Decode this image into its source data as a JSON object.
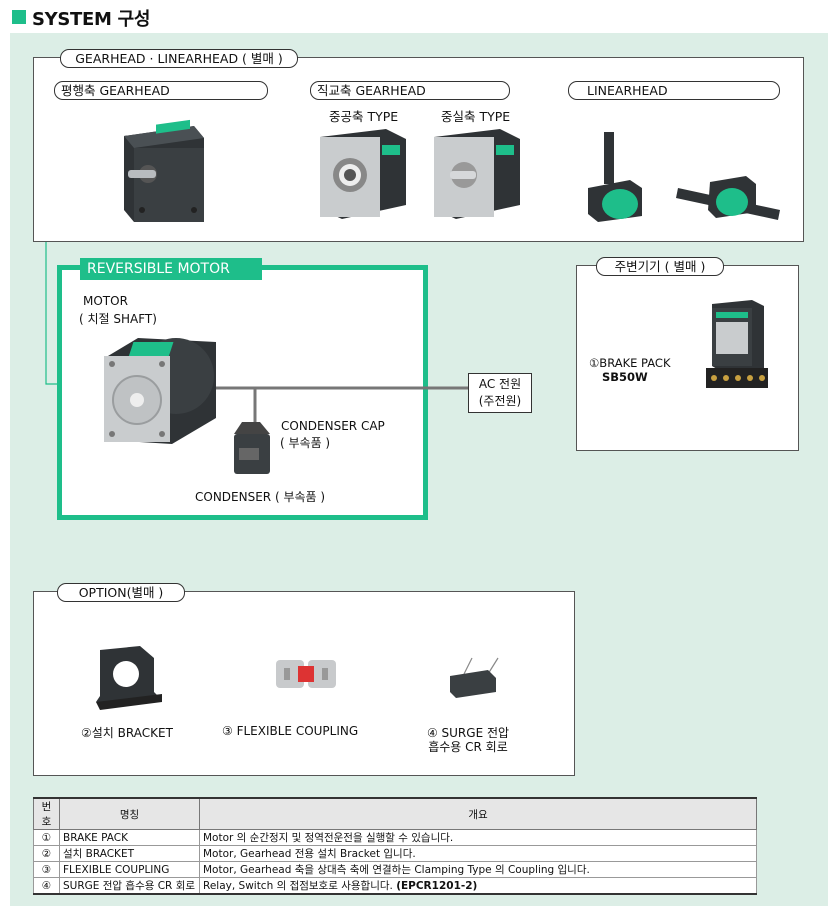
{
  "header": {
    "title": "SYSTEM 구성"
  },
  "gearhead": {
    "pill": "GEARHEAD · LINEARHEAD ( 별매 )",
    "parallel": "평행축 GEARHEAD",
    "orthogonal": "직교축 GEARHEAD",
    "hollow": "중공축 TYPE",
    "solid": "중실축 TYPE",
    "linear": "LINEARHEAD"
  },
  "motor": {
    "tag": "REVERSIBLE MOTOR",
    "motor_line1": "MOTOR",
    "motor_line2": "( 치절 SHAFT)",
    "cap_line1": "CONDENSER CAP",
    "cap_line2": "( 부속품 )",
    "condenser": "CONDENSER ( 부속품 )",
    "ac_line1": "AC 전원",
    "ac_line2": "(주전원)"
  },
  "peripheral": {
    "pill": "주변기기 ( 별매 )",
    "item_line1": "①BRAKE PACK",
    "item_line2": "SB50W"
  },
  "option": {
    "pill": "OPTION(별매 )",
    "bracket": "②설치 BRACKET",
    "coupling": "③ FLEXIBLE COUPLING",
    "surge_line1": "④ SURGE 전압",
    "surge_line2": "흡수용 CR 회로"
  },
  "table": {
    "headers": [
      "번호",
      "명칭",
      "개요"
    ],
    "rows": [
      [
        "①",
        "BRAKE PACK",
        "Motor 의 순간정지 및 정역전운전을 실행할 수 있습니다."
      ],
      [
        "②",
        "설치 BRACKET",
        "Motor, Gearhead 전용 설치 Bracket 입니다."
      ],
      [
        "③",
        "FLEXIBLE COUPLING",
        "Motor, Gearhead 축을 상대측 축에 연결하는 Clamping Type 의 Coupling 입니다."
      ],
      [
        "④",
        "SURGE 전압 흡수용 CR 회로",
        "Relay, Switch 의 접점보호로 사용합니다. ",
        "(EPCR1201-2)"
      ]
    ]
  },
  "colors": {
    "accent": "#1ebe8a",
    "panel": "#dceee6",
    "motor_body": "#2f3336",
    "motor_face": "#c9ccce"
  }
}
